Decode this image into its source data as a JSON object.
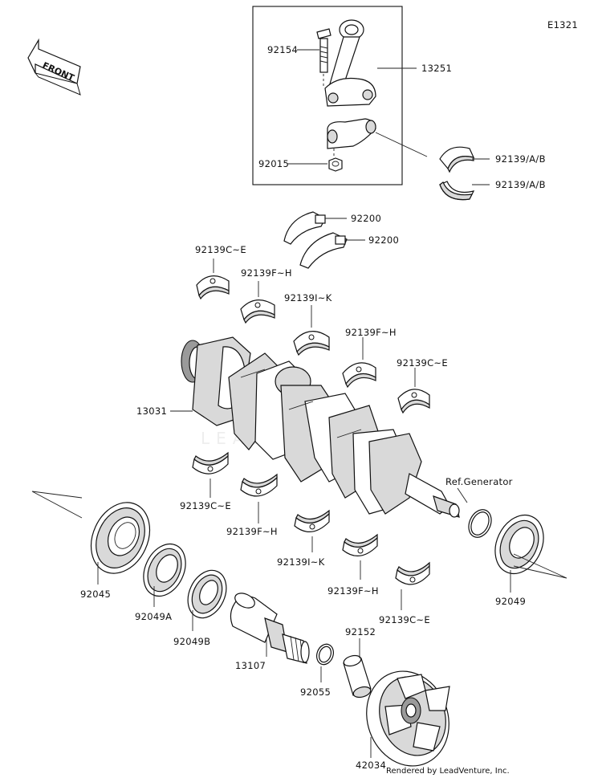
{
  "diagram_code": "E1321",
  "front_label": "FRONT",
  "watermark": "LEADVENTURE",
  "footer": "Rendered by LeadVenture, Inc.",
  "labels": {
    "p92154": "92154",
    "p13251": "13251",
    "p92015": "92015",
    "p92139AB_1": "92139/A/B",
    "p92139AB_2": "92139/A/B",
    "p92200_1": "92200",
    "p92200_2": "92200",
    "p92139CE_top_left": "92139C~E",
    "p92139FH_top_left": "92139F~H",
    "p92139IK_top": "92139I~K",
    "p92139FH_top_right": "92139F~H",
    "p92139CE_top_right": "92139C~E",
    "p13031": "13031",
    "p92139CE_bot_left": "92139C~E",
    "p92139FH_bot_left": "92139F~H",
    "p92139IK_bot": "92139I~K",
    "p92139FH_bot_right": "92139F~H",
    "p92139CE_bot_right": "92139C~E",
    "ref_generator": "Ref.Generator",
    "p92049": "92049",
    "p92045": "92045",
    "p92049A": "92049A",
    "p92049B": "92049B",
    "p13107": "13107",
    "p92152": "92152",
    "p92055": "92055",
    "p42034": "42034"
  }
}
